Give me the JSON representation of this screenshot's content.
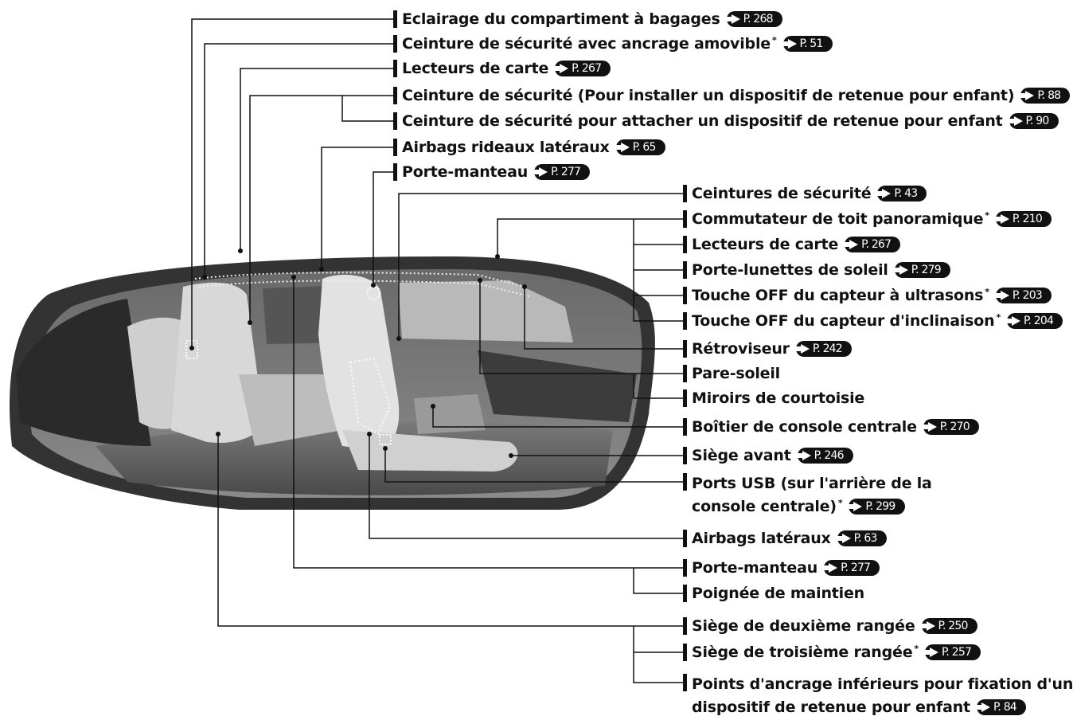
{
  "ref_arrow_icon": "reference-arrow-icon",
  "labels": [
    {
      "text": "Eclairage du compartiment à bagages",
      "page": "P. 268"
    },
    {
      "text": "Ceinture de sécurité avec ancrage amovible",
      "star": "*",
      "page": "P. 51"
    },
    {
      "text": "Lecteurs de carte",
      "page": "P. 267"
    },
    {
      "text": "Ceinture de sécurité (Pour installer un dispositif de retenue pour enfant)",
      "page": "P. 88"
    },
    {
      "text": "Ceinture de sécurité pour attacher un dispositif de retenue pour enfant",
      "page": "P. 90"
    },
    {
      "text": "Airbags rideaux latéraux",
      "page": "P. 65"
    },
    {
      "text": "Porte-manteau",
      "page": "P. 277"
    },
    {
      "text": "Ceintures de sécurité",
      "page": "P. 43"
    },
    {
      "text": "Commutateur de toit panoramique",
      "star": "*",
      "page": "P. 210"
    },
    {
      "text": "Lecteurs de carte",
      "page": "P. 267"
    },
    {
      "text": "Porte-lunettes de soleil",
      "page": "P. 279"
    },
    {
      "text": "Touche OFF du capteur à ultrasons",
      "star": "*",
      "page": "P. 203"
    },
    {
      "text": "Touche OFF du capteur d'inclinaison",
      "star": "*",
      "page": "P. 204"
    },
    {
      "text": "Rétroviseur",
      "page": "P. 242"
    },
    {
      "text": "Pare-soleil"
    },
    {
      "text": "Miroirs de courtoisie"
    },
    {
      "text": "Boîtier de console centrale",
      "page": "P. 270"
    },
    {
      "text": "Siège avant",
      "page": "P. 246"
    },
    {
      "text": "Ports USB (sur l'arrière de la",
      "text2": "console centrale)",
      "star": "*",
      "page": "P. 299"
    },
    {
      "text": "Airbags latéraux",
      "page": "P. 63"
    },
    {
      "text": "Porte-manteau",
      "page": "P. 277"
    },
    {
      "text": "Poignée de maintien"
    },
    {
      "text": "Siège de deuxième rangée",
      "page": "P. 250"
    },
    {
      "text": "Siège de troisième rangée",
      "star": "*",
      "page": "P. 257"
    },
    {
      "text": "Points d'ancrage inférieurs pour fixation d'un",
      "text2": "dispositif de retenue pour enfant",
      "page": "P. 84"
    }
  ]
}
